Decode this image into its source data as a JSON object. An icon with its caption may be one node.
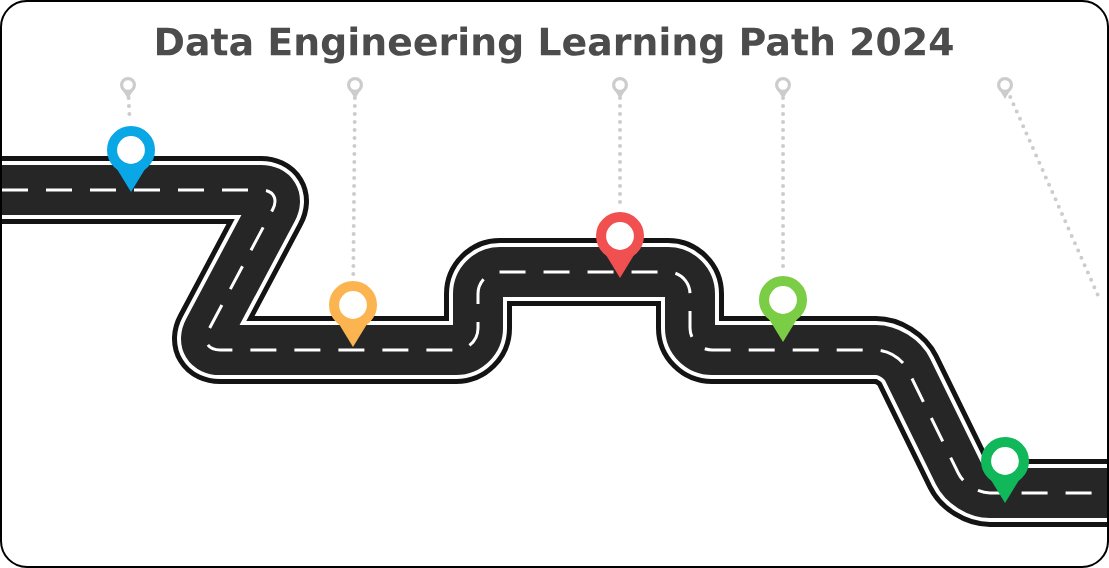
{
  "diagram": {
    "title": "Data Engineering Learning Path 2024",
    "nodes": [
      {
        "text": [],
        "shape": "pin"
      },
      {
        "text": [],
        "shape": "pin"
      },
      {
        "text": [],
        "shape": "pin"
      },
      {
        "text": [],
        "shape": "pin"
      },
      {
        "text": [],
        "shape": "pin"
      },
      {
        "text": [],
        "shape": "pin"
      },
      {
        "text": [],
        "shape": "pin"
      },
      {
        "text": [],
        "shape": "pin"
      },
      {
        "text": [],
        "shape": "pin"
      },
      {
        "text": [],
        "shape": "pin"
      }
    ],
    "edges": [
      {
        "from": 0,
        "to": 5,
        "arrow": "none",
        "style": "dashed"
      },
      {
        "from": 1,
        "to": 6,
        "arrow": "none",
        "style": "dashed"
      },
      {
        "from": 2,
        "to": 7,
        "arrow": "none",
        "style": "dashed"
      },
      {
        "from": 3,
        "to": 8,
        "arrow": "none",
        "style": "dashed"
      },
      {
        "from": 4,
        "to": null,
        "arrow": "none",
        "style": "dashed"
      }
    ]
  }
}
